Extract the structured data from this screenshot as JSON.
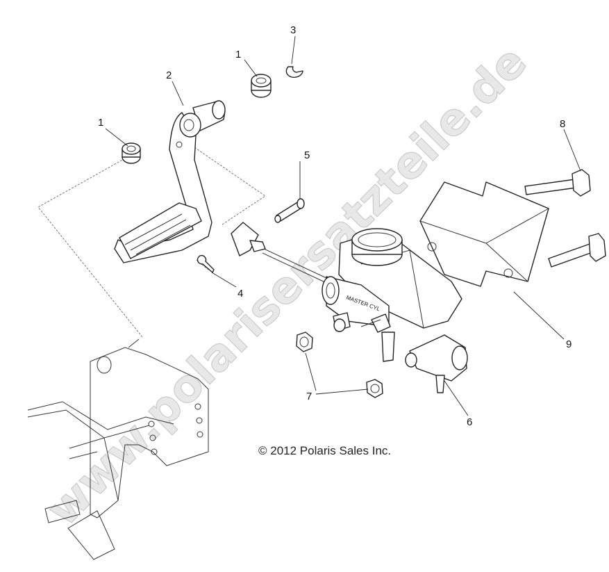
{
  "watermark": "www.polarisersatzteile.de",
  "copyright": "© 2012 Polaris Sales Inc.",
  "stamp_text": "MASTER CYL",
  "callouts": {
    "c1a": "1",
    "c1b": "1",
    "c2": "2",
    "c3": "3",
    "c4": "4",
    "c5": "5",
    "c6": "6",
    "c7": "7",
    "c8": "8",
    "c9": "9"
  },
  "colors": {
    "line": "#222222",
    "watermark": "#d6d6d6",
    "background": "#ffffff"
  }
}
